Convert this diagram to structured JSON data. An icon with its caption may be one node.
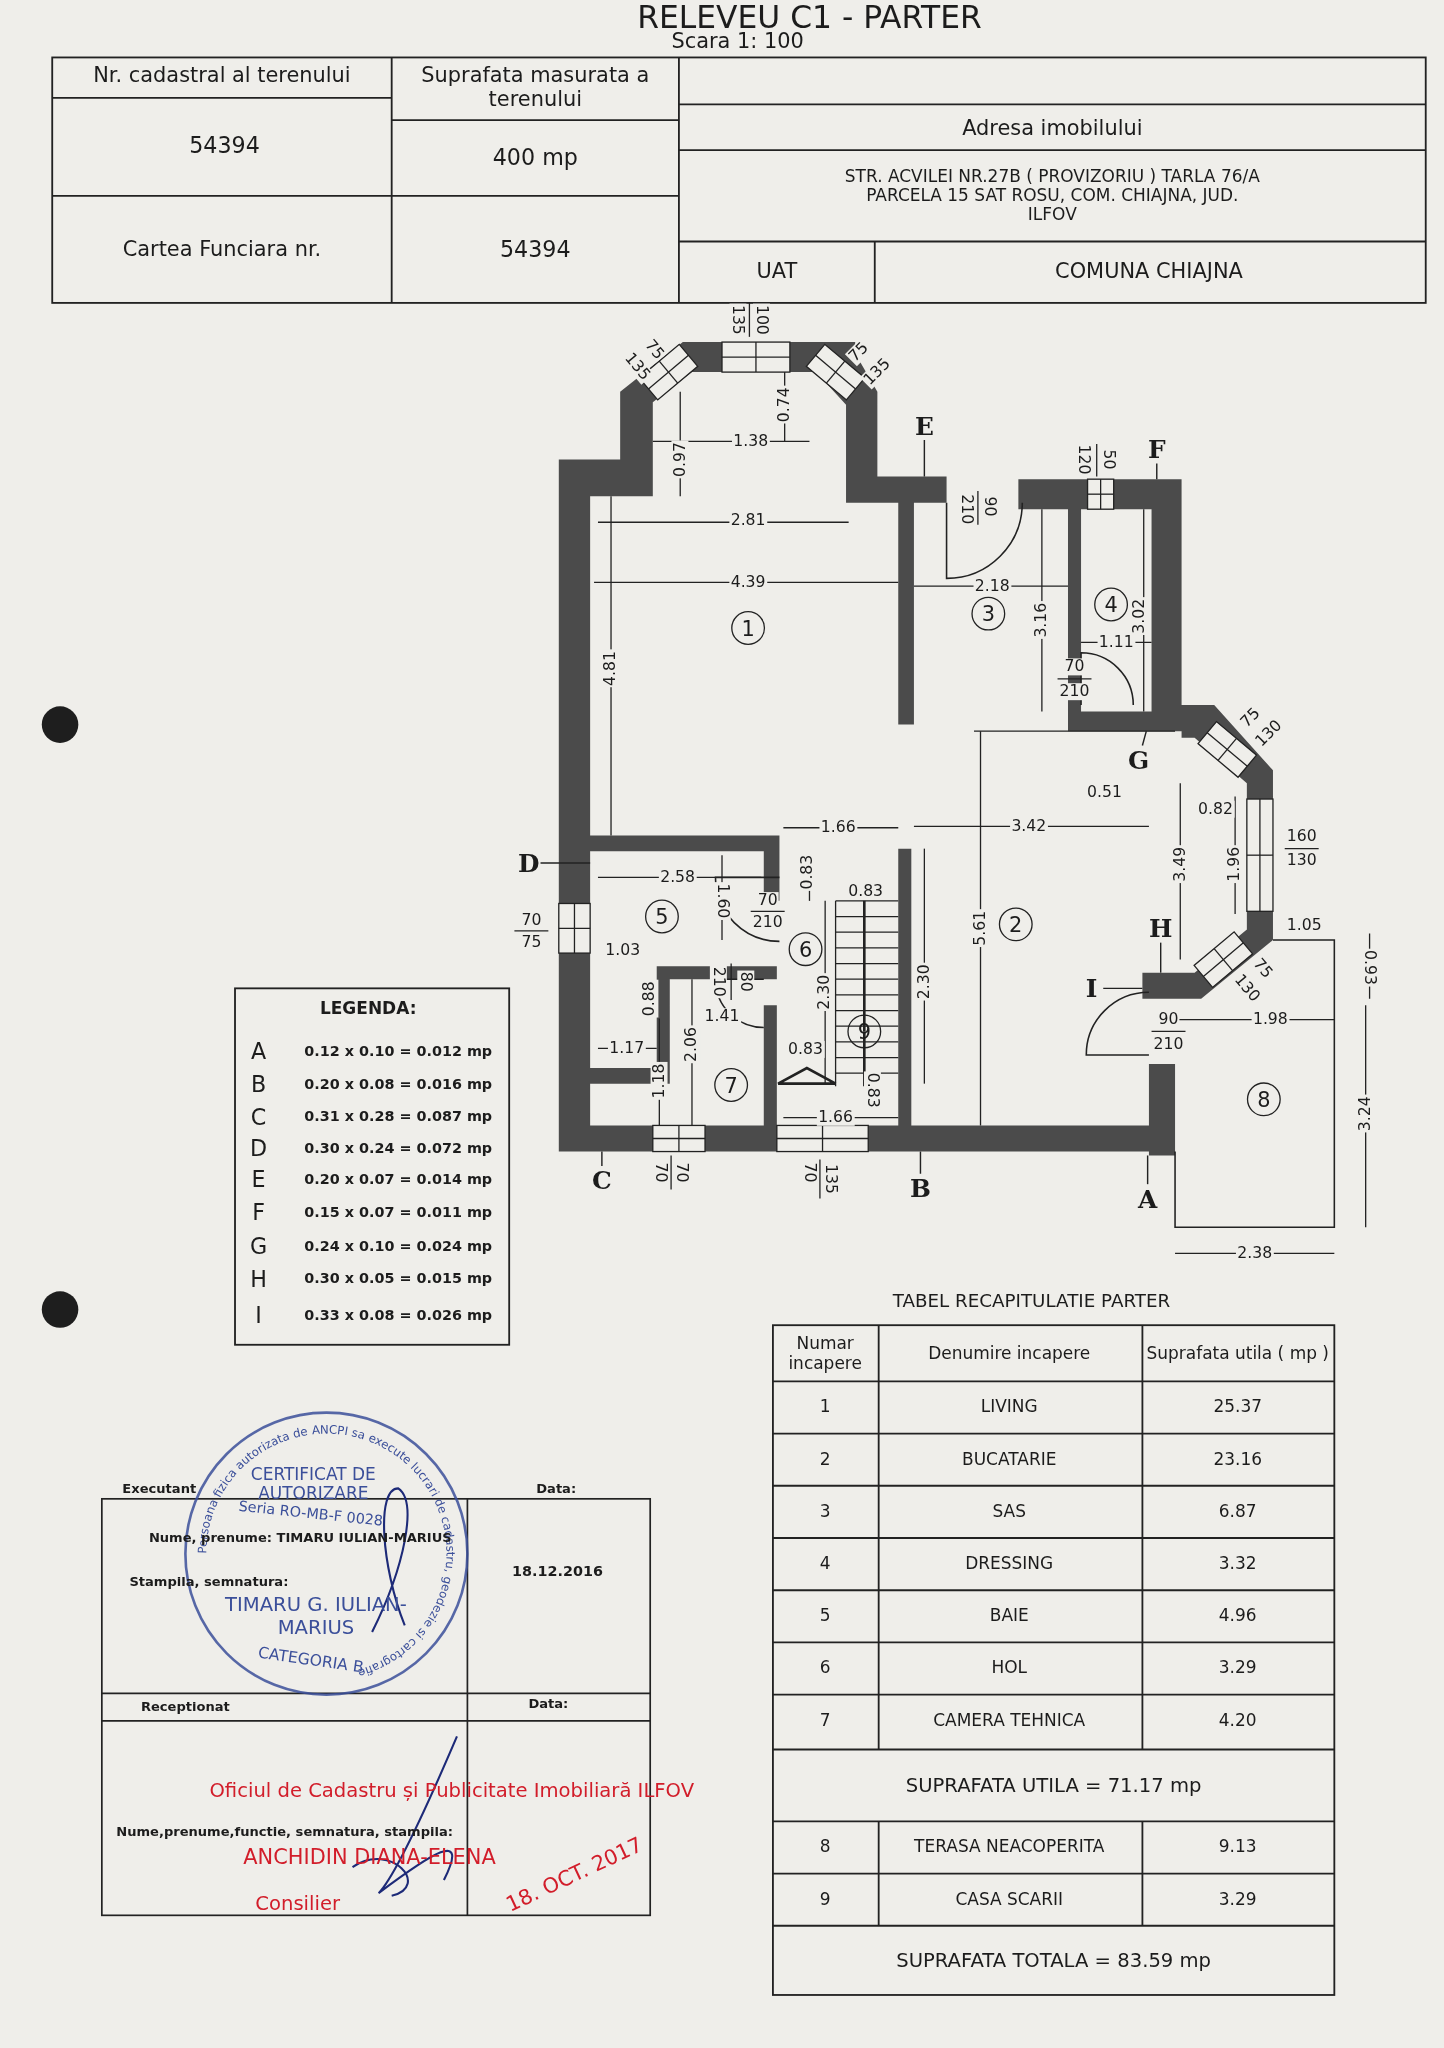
{
  "diagram": {
    "title": "RELEVEU C1 - PARTER",
    "nodes": [
      {
        "text": [
          "E"
        ]
      },
      {
        "text": [
          "F"
        ]
      },
      {
        "text": [
          "1"
        ]
      },
      {
        "text": [
          "3"
        ]
      },
      {
        "text": [
          "4"
        ]
      },
      {
        "text": [
          "G"
        ]
      },
      {
        "text": [
          "D"
        ]
      },
      {
        "text": [
          "2"
        ]
      },
      {
        "text": [
          "5"
        ]
      },
      {
        "text": [
          "6"
        ]
      },
      {
        "text": [
          "H"
        ]
      },
      {
        "text": [
          "I"
        ]
      },
      {
        "text": [
          "9"
        ]
      },
      {
        "text": [
          "7"
        ]
      },
      {
        "text": [
          "8"
        ]
      },
      {
        "text": [
          "C"
        ]
      },
      {
        "text": [
          "B"
        ]
      },
      {
        "text": [
          "A"
        ]
      }
    ],
    "edges": [
      {
        "from": 0,
        "to": null,
        "arrow": "none"
      },
      {
        "from": 1,
        "to": null,
        "arrow": "none"
      },
      {
        "from": 5,
        "to": null,
        "arrow": "none"
      },
      {
        "from": 6,
        "to": null,
        "arrow": "none"
      },
      {
        "from": 10,
        "to": null,
        "arrow": "none"
      },
      {
        "from": 11,
        "to": null,
        "arrow": "none"
      },
      {
        "from": 15,
        "to": null,
        "arrow": "none"
      },
      {
        "from": 16,
        "to": null,
        "arrow": "none"
      },
      {
        "from": 17,
        "to": null,
        "arrow": "none"
      }
    ],
    "labels": [
      "Scara 1: 100",
      "Nr. cadastral al terenului",
      "Suprafata masurata a terenului",
      "54394",
      "400 mp",
      "Adresa imobilului",
      "STR. ACVILEI NR.27B ( PROVIZORIU ) TARLA 76/A PARCELA 15 SAT ROSU, COM. CHIAJNA, JUD. ILFOV",
      "Cartea Funciara nr.",
      "54394",
      "UAT",
      "COMUNA CHIAJNA",
      "135",
      "100",
      "75",
      "135",
      "75",
      "135",
      "0.97",
      "1.38",
      "0.74",
      "2.81",
      "4.39",
      "210",
      "90",
      "120",
      "50",
      "2.18",
      "3.16",
      "1.11",
      "3.02",
      "70",
      "210",
      "4.81",
      "75",
      "130",
      "0.51",
      "0.82",
      "1.66",
      "3.42",
      "3.49",
      "1.96",
      "160",
      "130",
      "2.58",
      "1.60",
      "70",
      "210",
      "0.83",
      "0.83",
      "5.61",
      "70",
      "75",
      "1.03",
      "1.05",
      "0.93",
      "210",
      "80",
      "0.88",
      "2.30",
      "2.30",
      "1.41",
      "90",
      "210",
      "1.98",
      "1.17",
      "2.06",
      "0.83",
      "1.18",
      "0.83",
      "3.24",
      "1.66",
      "70",
      "70",
      "70",
      "135",
      "2.38",
      "75",
      "130",
      "LEGENDA:",
      "A",
      "0.12 x 0.10 = 0.012 mp",
      "B",
      "0.20 x 0.08 = 0.016 mp",
      "C",
      "0.31 x 0.28 = 0.087 mp",
      "D",
      "0.30 x 0.24 = 0.072 mp",
      "E",
      "0.20 x 0.07 = 0.014 mp",
      "F",
      "0.15 x 0.07 = 0.011 mp",
      "G",
      "0.24 x 0.10 = 0.024 mp",
      "H",
      "0.30 x 0.05 = 0.015 mp",
      "I",
      "0.33 x 0.08 = 0.026 mp",
      "Executant",
      "Data:",
      "Nume, prenume: TIMARU IULIAN-MARIUS",
      "Stampila, semnatura:",
      "18.12.2016",
      "Persoana fizica autorizata de ANCPI sa execute lucrari de cadastru, geodezie si cartografie",
      "CERTIFICAT DE AUTORIZARE",
      "Seria RO-MB-F 0028",
      "TIMARU G. IULIAN-MARIUS",
      "CATEGORIA B",
      "Receptionat",
      "Data:",
      "Oficiul de Cadastru și Publicitate Imobiliară ILFOV",
      "Nume,prenume,functie, semnatura, stampila:",
      "ANCHIDIN DIANA-ELENA",
      "18. OCT. 2017",
      "Consilier",
      "TABEL RECAPITULATIE PARTER",
      "Numar incapere",
      "Denumire incapere",
      "Suprafata utila ( mp )",
      "1",
      "LIVING",
      "25.37",
      "2",
      "BUCATARIE",
      "23.16",
      "3",
      "SAS",
      "6.87",
      "4",
      "DRESSING",
      "3.32",
      "5",
      "BAIE",
      "4.96",
      "6",
      "HOL",
      "3.29",
      "7",
      "CAMERA TEHNICA",
      "4.20",
      "SUPRAFATA UTILA = 71.17 mp",
      "8",
      "TERASA NEACOPERITA",
      "9.13",
      "9",
      "CASA SCARII",
      "3.29",
      "SUPRAFATA TOTALA = 83.59 mp"
    ]
  }
}
